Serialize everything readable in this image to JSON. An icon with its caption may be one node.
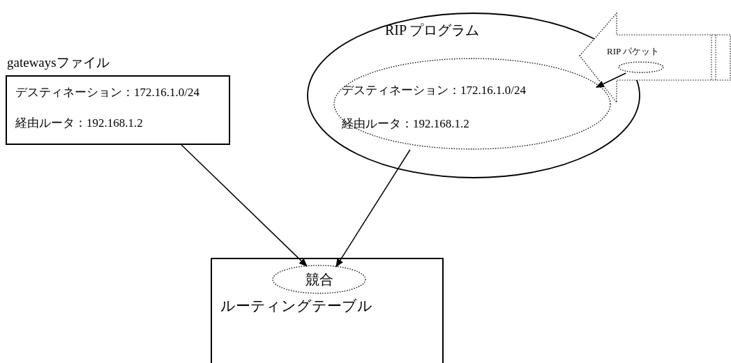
{
  "diagram": {
    "nodes": [
      {
        "text": [
          "gatewaysファイル",
          "デスティネーション：172.16.1.0/24",
          "経由ルータ：192.168.1.2"
        ]
      },
      {
        "text": [
          "RIP プログラム"
        ]
      },
      {
        "text": [
          "デスティネーション：172.16.1.0/24",
          "経由ルータ：192.168.1.2"
        ],
        "in": 1
      },
      {
        "text": [
          "RIP パケット"
        ]
      },
      {
        "text": [],
        "shape": "circle",
        "in": 3
      },
      {
        "text": [
          "ルーティングテーブル"
        ]
      },
      {
        "text": [
          "競合"
        ],
        "in": 5
      }
    ],
    "edges": [
      {
        "from": 4,
        "to": 2,
        "arrow": "to"
      },
      {
        "from": 0,
        "to": 6,
        "arrow": "to"
      },
      {
        "from": 2,
        "to": 6,
        "arrow": "to"
      }
    ]
  }
}
